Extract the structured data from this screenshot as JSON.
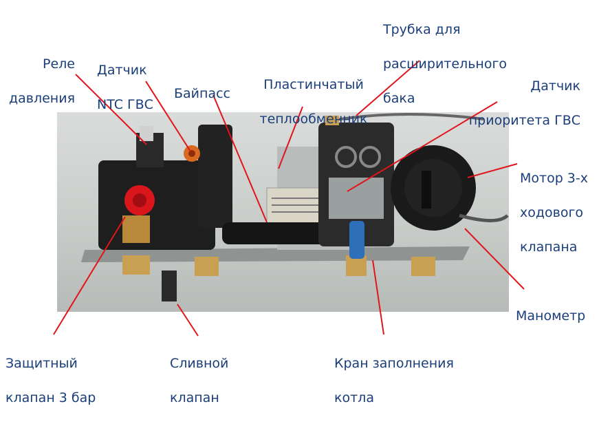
{
  "labels": {
    "pressure_relay": [
      "Реле",
      "давления"
    ],
    "ntc_sensor": [
      "Датчик",
      "NTC ГВС"
    ],
    "bypass": [
      "Байпасс"
    ],
    "plate_heat_exchanger": [
      "Пластинчатый",
      "теплообменник"
    ],
    "expansion_tube": [
      "Трубка для",
      "расширительного",
      "бака"
    ],
    "dhw_priority_sensor": [
      "Датчик",
      "приоритета ГВС"
    ],
    "three_way_motor": [
      "Мотор 3-х",
      "ходового",
      "клапана"
    ],
    "manometer": [
      "Манометр"
    ],
    "safety_valve": [
      "Защитный",
      "клапан 3 бар"
    ],
    "drain_valve": [
      "Сливной",
      "клапан"
    ],
    "fill_tap": [
      "Кран заполнения",
      "котла"
    ]
  },
  "colors": {
    "label_text": "#1a3e7a",
    "pointer_line": "#e0151b",
    "background": "#ffffff"
  }
}
